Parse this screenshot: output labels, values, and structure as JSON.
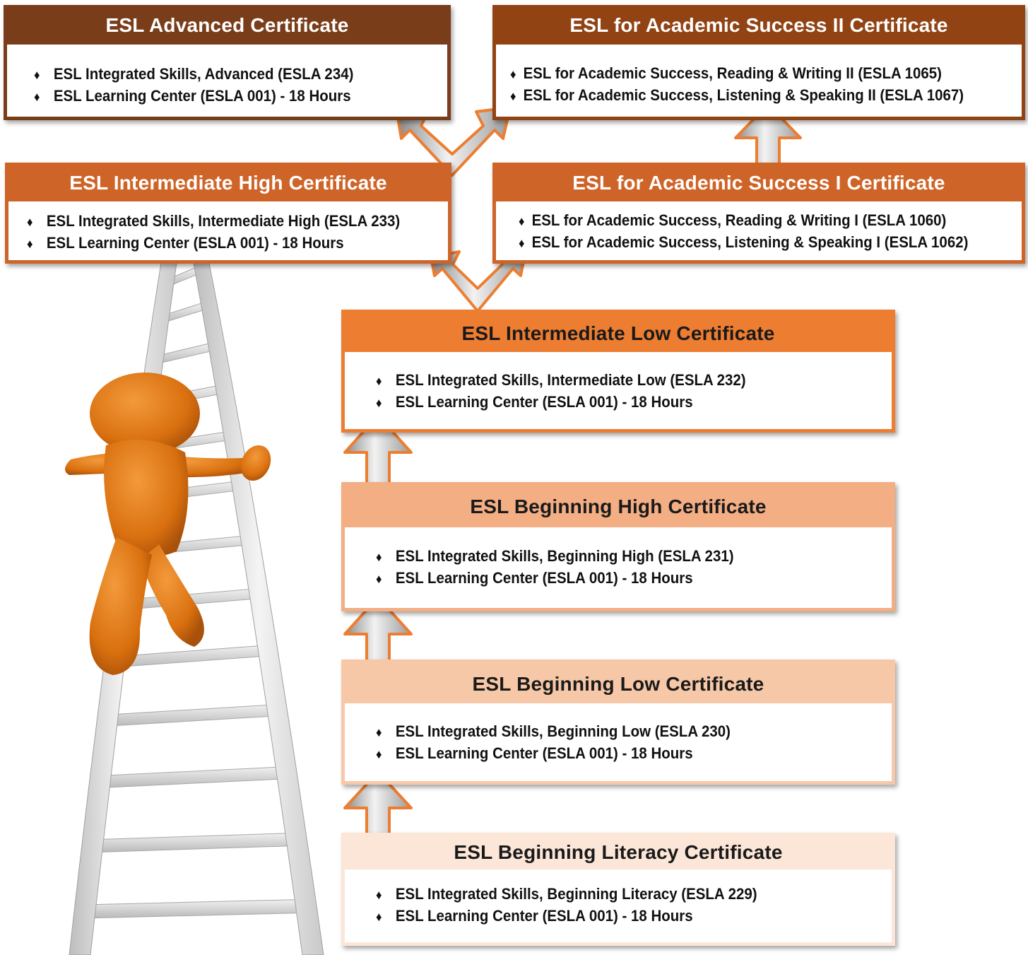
{
  "certificates": {
    "advanced": {
      "title": "ESL Advanced Certificate",
      "courses": [
        "ESL Integrated Skills, Advanced  (ESLA 234)",
        "ESL Learning Center  (ESLA 001)  -  18 Hours"
      ]
    },
    "academic_success_2": {
      "title": "ESL for Academic Success II Certificate",
      "courses": [
        "ESL for Academic Success, Reading & Writing II (ESLA 1065)",
        "ESL for Academic Success, Listening & Speaking II (ESLA 1067)"
      ]
    },
    "intermediate_high": {
      "title": "ESL Intermediate High Certificate",
      "courses": [
        "ESL Integrated Skills, Intermediate High  (ESLA 233)",
        "ESL Learning Center  (ESLA 001)  -  18 Hours"
      ]
    },
    "academic_success_1": {
      "title": "ESL for Academic Success I Certificate",
      "courses": [
        "ESL for Academic Success, Reading & Writing I  (ESLA 1060)",
        "ESL for Academic Success, Listening & Speaking I  (ESLA 1062)"
      ]
    },
    "intermediate_low": {
      "title": "ESL Intermediate Low Certificate",
      "courses": [
        "ESL Integrated Skills,  Intermediate Low  (ESLA 232)",
        "ESL Learning Center  (ESLA 001)  -  18 Hours"
      ]
    },
    "beginning_high": {
      "title": "ESL Beginning High Certificate",
      "courses": [
        "ESL Integrated Skills, Beginning High  (ESLA 231)",
        "ESL Learning Center  (ESLA 001)  -  18 Hours"
      ]
    },
    "beginning_low": {
      "title": "ESL Beginning Low Certificate",
      "courses": [
        "ESL Integrated Skills, Beginning Low  (ESLA 230)",
        "ESL Learning Center  (ESLA 001)  -  18 Hours"
      ]
    },
    "beginning_literacy": {
      "title": "ESL Beginning Literacy Certificate",
      "courses": [
        "ESL Integrated Skills, Beginning Literacy  (ESLA 229)",
        "ESL Learning Center  (ESLA 001)  -  18 Hours"
      ]
    }
  },
  "bullet_glyph": "♦",
  "colors": {
    "advanced": "#7a3d1a",
    "academic": "#914314",
    "intermediate_high": "#cf6428",
    "intermediate_low": "#ed7d31",
    "beginning_high": "#f3ae84",
    "beginning_low": "#f7c8a8",
    "beginning_literacy": "#fce6d8",
    "figure": "#d9700f",
    "ladder": "#d8d8d8"
  }
}
